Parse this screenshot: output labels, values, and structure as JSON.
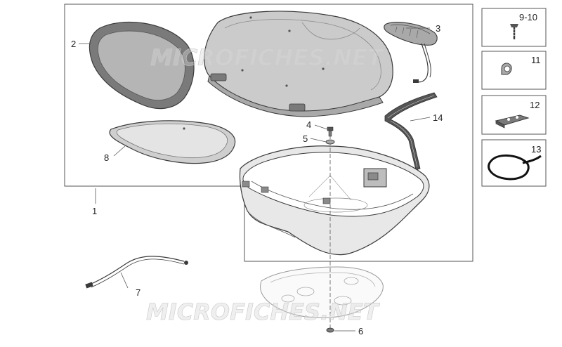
{
  "watermark": {
    "text": "MICROFICHES.NET",
    "color": "#c8c8c8"
  },
  "colors": {
    "line": "#3a3a3a",
    "leader": "#555555",
    "fill_dark": "#7a7a7a",
    "fill_mid": "#a9a9a9",
    "fill_light": "#d9d9d9",
    "background": "#ffffff"
  },
  "callouts": {
    "p1": "1",
    "p2": "2",
    "p3": "3",
    "p4": "4",
    "p5": "5",
    "p6": "6",
    "p7": "7",
    "p8": "8",
    "p9_10": "9-10",
    "p11": "11",
    "p12": "12",
    "p13": "13",
    "p14": "14"
  }
}
